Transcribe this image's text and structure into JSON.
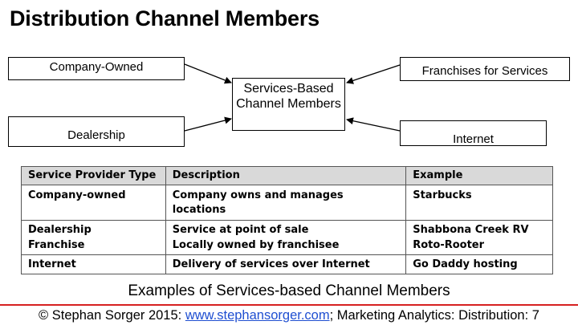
{
  "title": "Distribution Channel Members",
  "diagram": {
    "company_owned": "Company-Owned",
    "dealership": "Dealership",
    "center": "Services-Based Channel Members",
    "franchises": "Franchises for Services",
    "internet": "Internet"
  },
  "table": {
    "headers": [
      "Service Provider Type",
      "Description",
      "Example"
    ],
    "rows": [
      {
        "type": "Company-owned",
        "description": "Company owns and manages locations",
        "example": "Starbucks"
      },
      {
        "type": "Dealership",
        "description": "Service at point of sale",
        "example": "Shabbona Creek RV"
      },
      {
        "type": "Franchise",
        "description": "Locally owned by franchisee",
        "example": "Roto-Rooter"
      },
      {
        "type": "Internet",
        "description": "Delivery of services over Internet",
        "example": "Go Daddy hosting"
      }
    ]
  },
  "caption": "Examples of Services-based Channel Members",
  "footer": {
    "prefix": "© Stephan Sorger 2015: ",
    "link": "www.stephansorger.com",
    "suffix": "; Marketing Analytics: Distribution: 7"
  },
  "colors": {
    "accent_line": "#d62020",
    "link": "#1f4fd1",
    "header_bg": "#d9d9d9"
  }
}
